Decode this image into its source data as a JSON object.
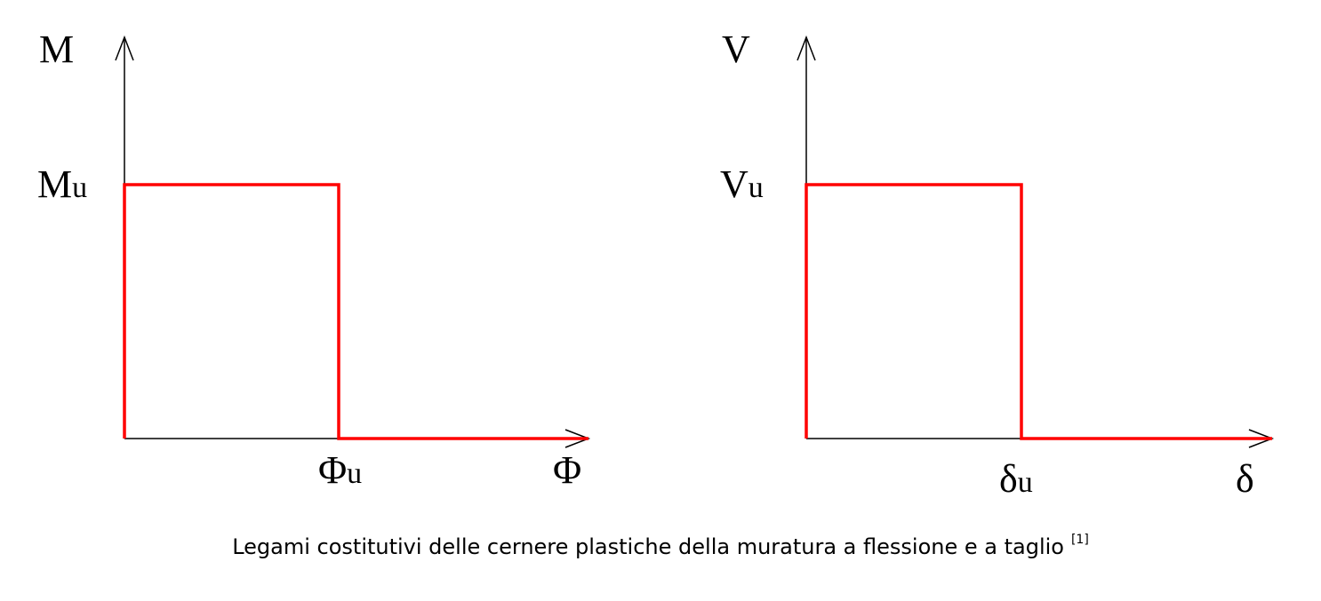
{
  "colors": {
    "axis": "#000000",
    "law": "#ff0000",
    "text": "#000000"
  },
  "left_diagram": {
    "y_axis_label": "M",
    "y_value_label_base": "M",
    "y_value_label_sub": "u",
    "x_value_label_base": "Φ",
    "x_value_label_sub": "u",
    "x_axis_label": "Φ"
  },
  "right_diagram": {
    "y_axis_label": "V",
    "y_value_label_base": "V",
    "y_value_label_sub": "u",
    "x_value_label_base": "δ",
    "x_value_label_sub": "u",
    "x_axis_label": "δ"
  },
  "caption": {
    "text": "Legami costitutivi delle cernere plastiche della muratura a flessione e a taglio",
    "reference": "[1]"
  }
}
